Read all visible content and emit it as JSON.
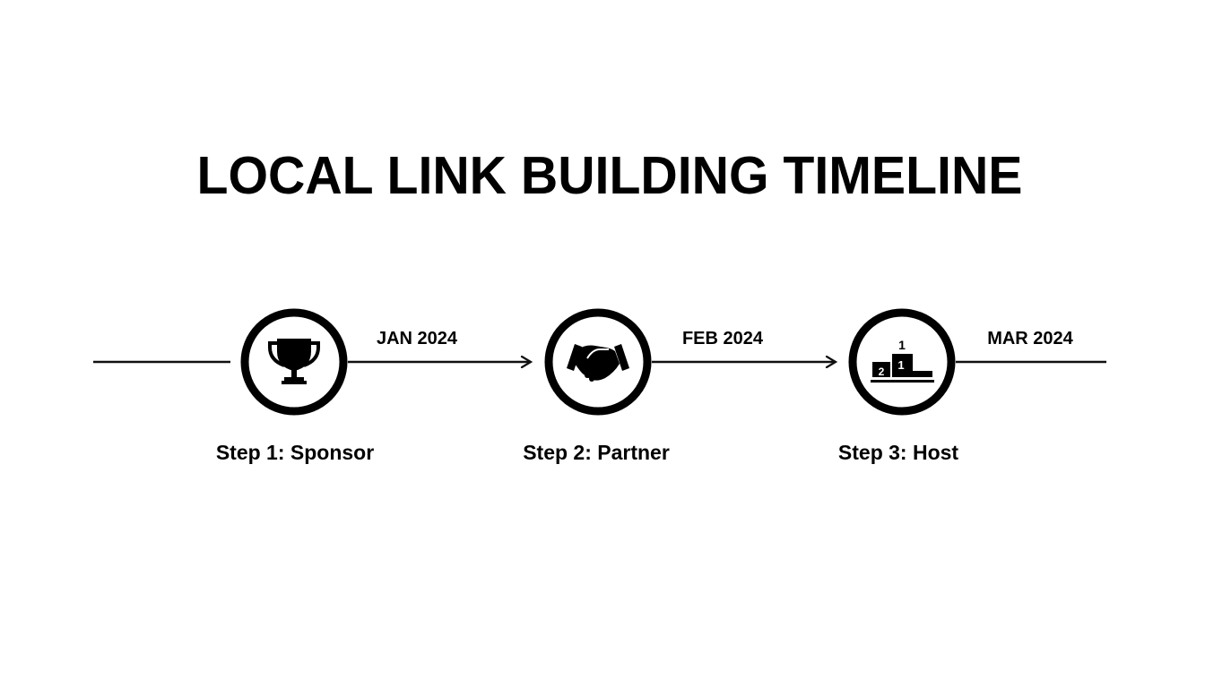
{
  "title": "LOCAL LINK BUILDING TIMELINE",
  "colors": {
    "line": "#111111",
    "background": "#ffffff",
    "text": "#000000"
  },
  "steps": [
    {
      "label": "Step 1: Sponsor",
      "date": "JAN 2024",
      "icon": "trophy-icon"
    },
    {
      "label": "Step 2: Partner",
      "date": "FEB 2024",
      "icon": "handshake-icon"
    },
    {
      "label": "Step 3: Host",
      "date": "MAR 2024",
      "icon": "podium-icon"
    }
  ],
  "podium": {
    "top_label": "1",
    "first_block": "1",
    "second_block": "2"
  }
}
